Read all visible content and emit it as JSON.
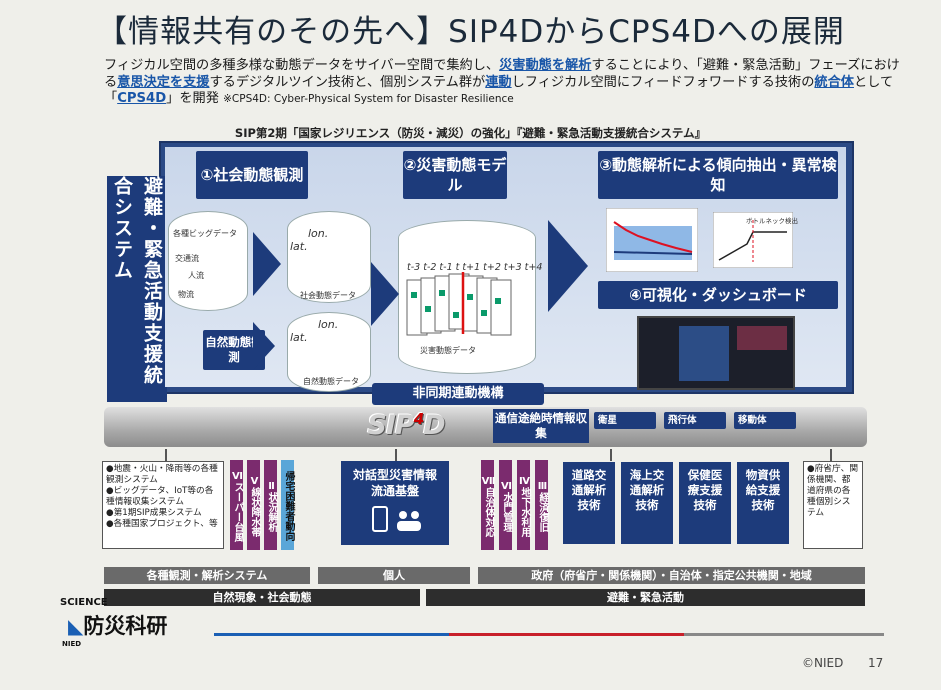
{
  "title": "【情報共有のその先へ】SIP4DからCPS4Dへの展開",
  "description": {
    "p1": "フィジカル空間の多種多様な動態データをサイバー空間で集約し、",
    "hl1": "災害動態を解析",
    "p2": "することにより、「避難・緊急活動」フェーズにおける",
    "hl2": "意思決定を支援",
    "p3": "するデジタルツイン技術と、個別システム群が",
    "hl3": "連動",
    "p4": "しフィジカル空間にフィードフォワードする技術の",
    "hl4": "統合体",
    "p5": "として「",
    "hl5": "CPS4D",
    "p6": "」を開発 ",
    "note": "※CPS4D: Cyber-Physical System for Disaster Resilience"
  },
  "subtitle": "SIP第2期「国家レジリエンス（防災・減災）の強化」『避難・緊急活動支援統合システム』",
  "side_label": "避難・緊急活動支援統合システム",
  "stages": {
    "s1": "①社会動態観測",
    "s2": "②災害動態モデル",
    "s3": "③動態解析による傾向抽出・異常検知",
    "s4": "④可視化・ダッシュボード",
    "s1b": "自然動態観測"
  },
  "cylinder_labels": {
    "bigdata": "各種ビッグデータ",
    "traffic": "交通流",
    "people": "人流",
    "logistics": "物流",
    "social": "社会動態データ",
    "natural": "自然動態データ",
    "disaster": "災害動態データ",
    "lon": "lon.",
    "lat": "lat.",
    "timeline": "t-3 t-2 t-1 t t+1 t+2 t+3 t+4",
    "bottleneck": "ボトルネック検出"
  },
  "async": "非同期連動機構",
  "pipe_logo": {
    "main": "SIP",
    "sup": "4",
    "tail": "D"
  },
  "comm": "通信途絶時情報収集",
  "tags": {
    "satellite": "衛星",
    "aircraft": "飛行体",
    "mobile": "移動体"
  },
  "left_box": [
    "●地震・火山・降雨等の各種観測システム",
    "●ビッグデータ、IoT等の各種情報収集システム",
    "●第1期SIP成果システム",
    "●各種国家プロジェクト、等"
  ],
  "right_box": [
    "●府省庁、関係機関、都道府県の各種個別システム"
  ],
  "vcols": [
    {
      "id": "Ⅵ",
      "text": "スーパー台風"
    },
    {
      "id": "Ⅴ",
      "text": "線状降水帯"
    },
    {
      "id": "Ⅱ",
      "text": "状況解析"
    },
    {
      "id": "",
      "text": "帰宅困難者動向"
    },
    {
      "id": "Ⅶ",
      "text": "自治体対応"
    },
    {
      "id": "Ⅵ",
      "text": "水門管理"
    },
    {
      "id": "Ⅳ",
      "text": "地下水利用"
    },
    {
      "id": "Ⅲ",
      "text": "経済復旧"
    }
  ],
  "center_box": "対話型災害情報流通基盤",
  "tech": [
    "道路交通解析技術",
    "海上交通解析技術",
    "保健医療支援技術",
    "物資供給支援技術"
  ],
  "bars1": [
    "各種観測・解析システム",
    "個人",
    "政府（府省庁・関係機関）・自治体・指定公共機関・地域"
  ],
  "bars2": [
    "自然現象・社会動態",
    "避難・緊急活動"
  ],
  "logo": {
    "science": "SCIENCE",
    "name": "防災科研",
    "sub": "NIED"
  },
  "footer": {
    "copy": "©NIED",
    "page": "17"
  },
  "colors": {
    "navy": "#1d3b7b",
    "purple": "#7b2b6e",
    "lightblue": "#5aa6d8",
    "highlight": "#1956a8"
  }
}
